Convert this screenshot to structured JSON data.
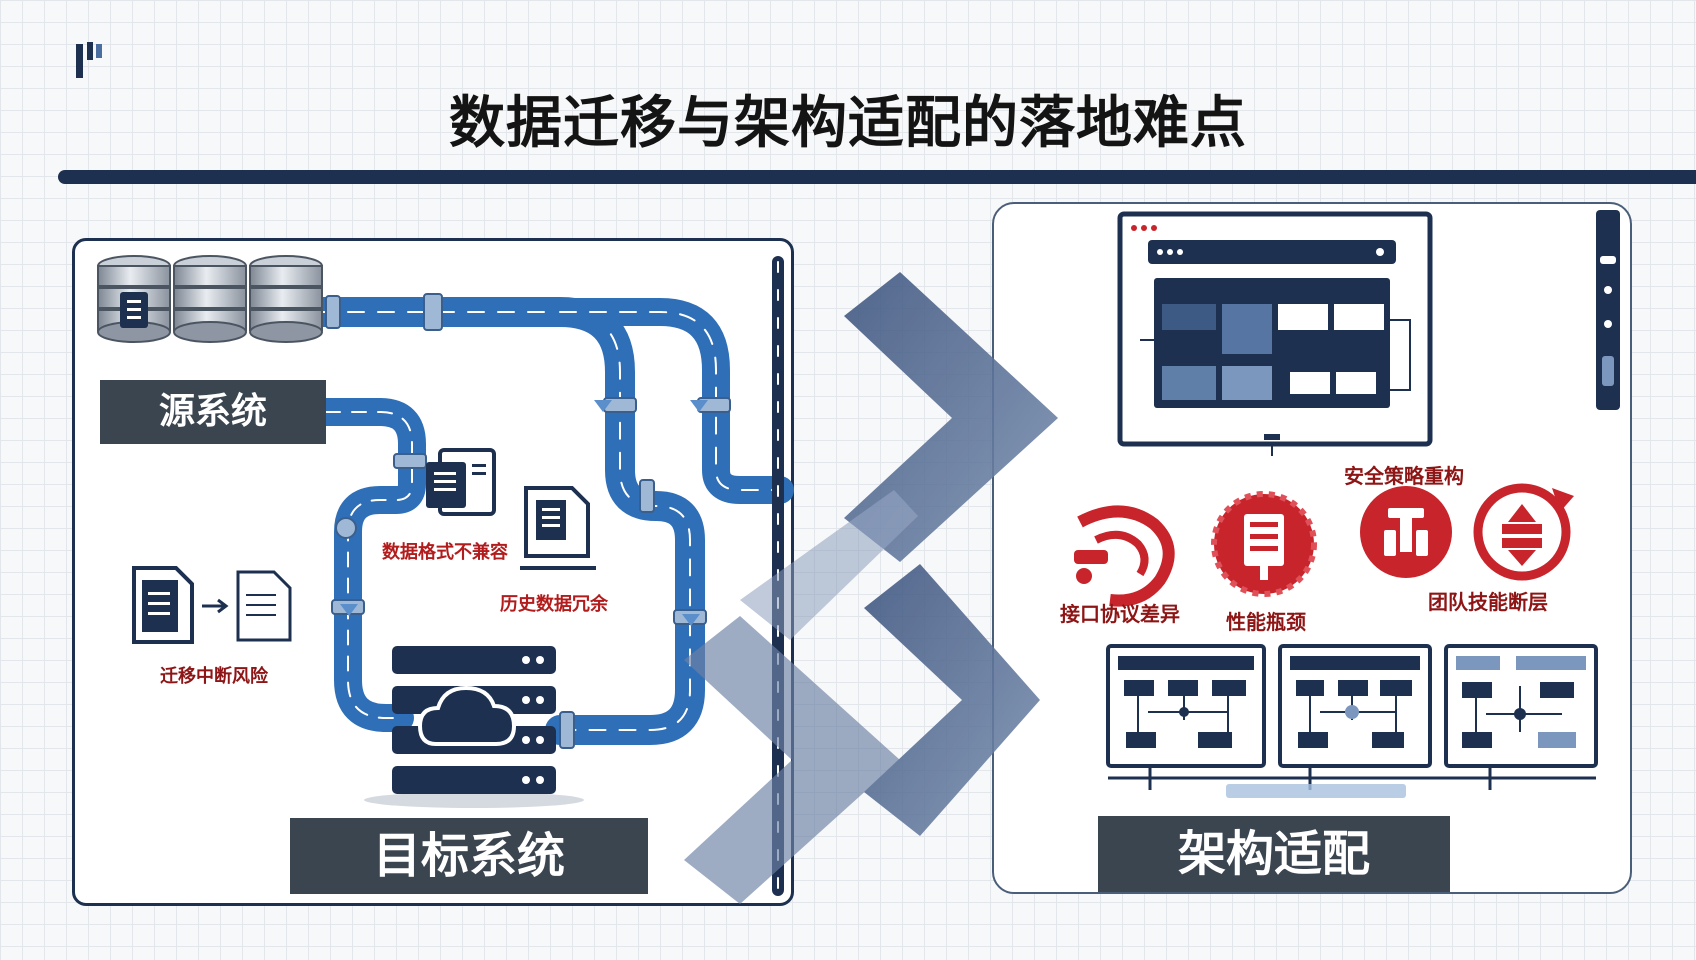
{
  "title": "数据迁移与架构适配的落地难点",
  "left_panel": {
    "source_label": "源系统",
    "target_label": "目标系统",
    "risks": [
      {
        "label": "数据格式不兼容"
      },
      {
        "label": "历史数据冗余"
      },
      {
        "label": "迁移中断风险"
      }
    ]
  },
  "right_panel": {
    "label": "架构适配",
    "issues": [
      {
        "label": "安全策略重构"
      },
      {
        "label": "接口协议差异"
      },
      {
        "label": "性能瓶颈"
      },
      {
        "label": "团队技能断层"
      }
    ]
  },
  "colors": {
    "navy": "#1d3050",
    "pipe_blue": "#2f6fb7",
    "label_gray": "#3b4550",
    "alert_red": "#c8242b",
    "arrow_slate": "#4e6488"
  },
  "icons": {
    "logo": "brand-mark-icon",
    "databases": "database-stack-icon",
    "server": "cloud-server-icon",
    "documents": "document-icon",
    "arrows": "chevron-arrow-icon"
  }
}
